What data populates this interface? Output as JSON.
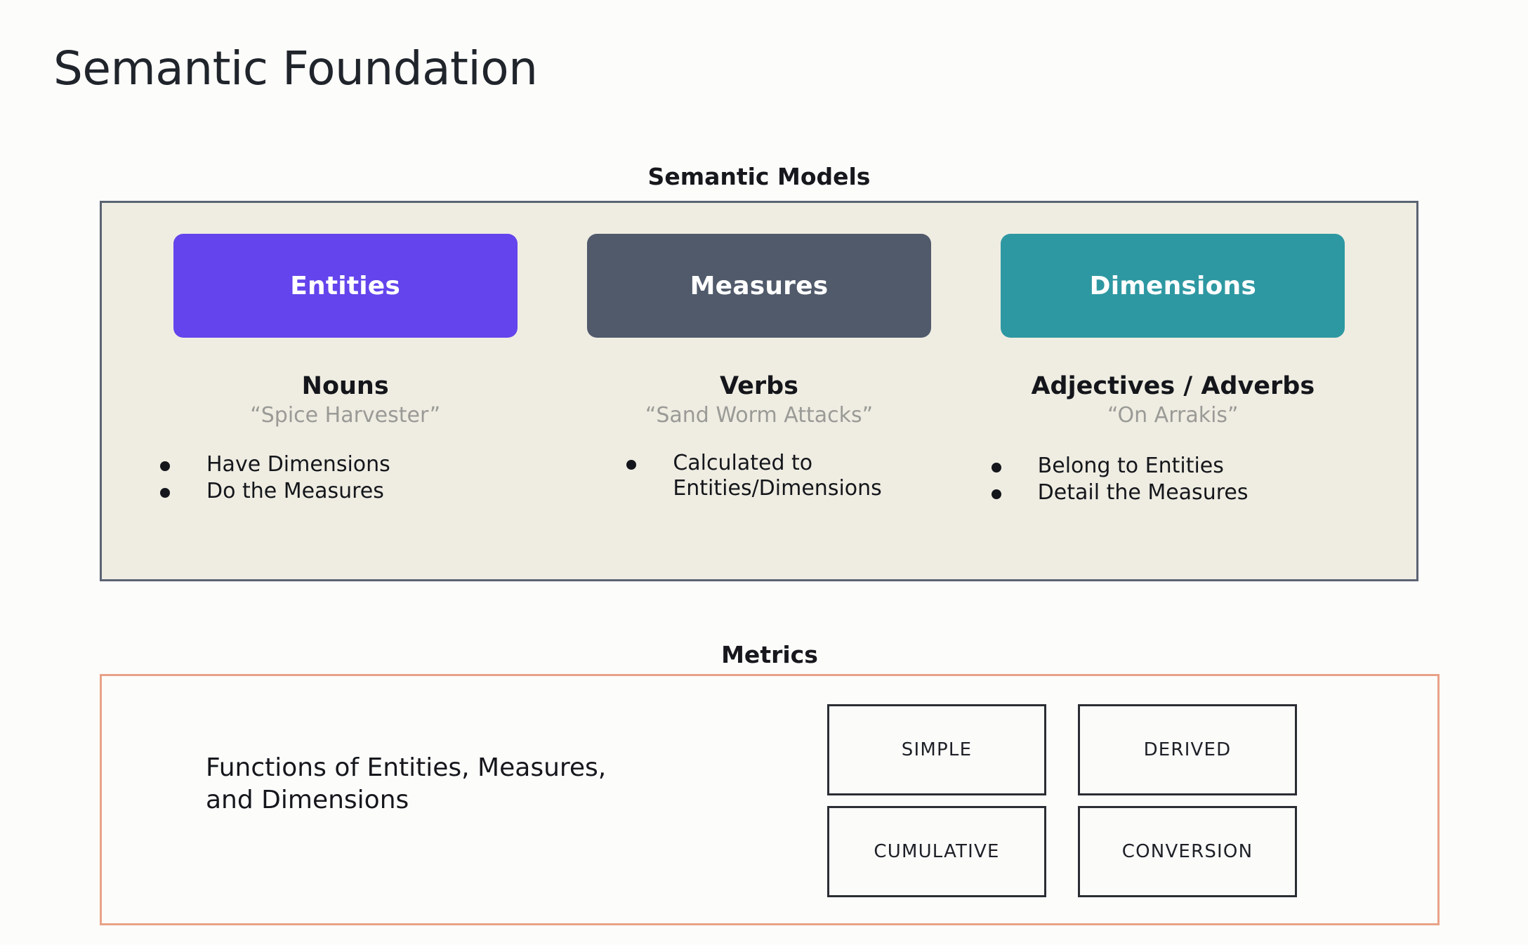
{
  "slide": {
    "title": "Semantic Foundation",
    "background_color": "#fcfcfa"
  },
  "semantic_models": {
    "caption": "Semantic Models",
    "panel_background": "#efede2",
    "panel_border_color": "#5a6372",
    "columns": [
      {
        "chip_label": "Entities",
        "chip_color": "#6444ec",
        "part_of_speech": "Nouns",
        "example": "“Spice Harvester”",
        "bullets": [
          "Have Dimensions",
          "Do the Measures"
        ]
      },
      {
        "chip_label": "Measures",
        "chip_color": "#505a6b",
        "part_of_speech": "Verbs",
        "example": "“Sand Worm Attacks”",
        "bullets": [
          "Calculated to\nEntities/Dimensions"
        ]
      },
      {
        "chip_label": "Dimensions",
        "chip_color": "#2e98a2",
        "part_of_speech": "Adjectives / Adverbs",
        "example": "“On Arrakis”",
        "bullets": [
          "Belong to Entities",
          "Detail the Measures"
        ]
      }
    ]
  },
  "metrics": {
    "caption": "Metrics",
    "panel_border_color": "#e8a288",
    "description": "Functions of Entities, Measures,\nand Dimensions",
    "types": [
      "SIMPLE",
      "DERIVED",
      "CUMULATIVE",
      "CONVERSION"
    ]
  }
}
